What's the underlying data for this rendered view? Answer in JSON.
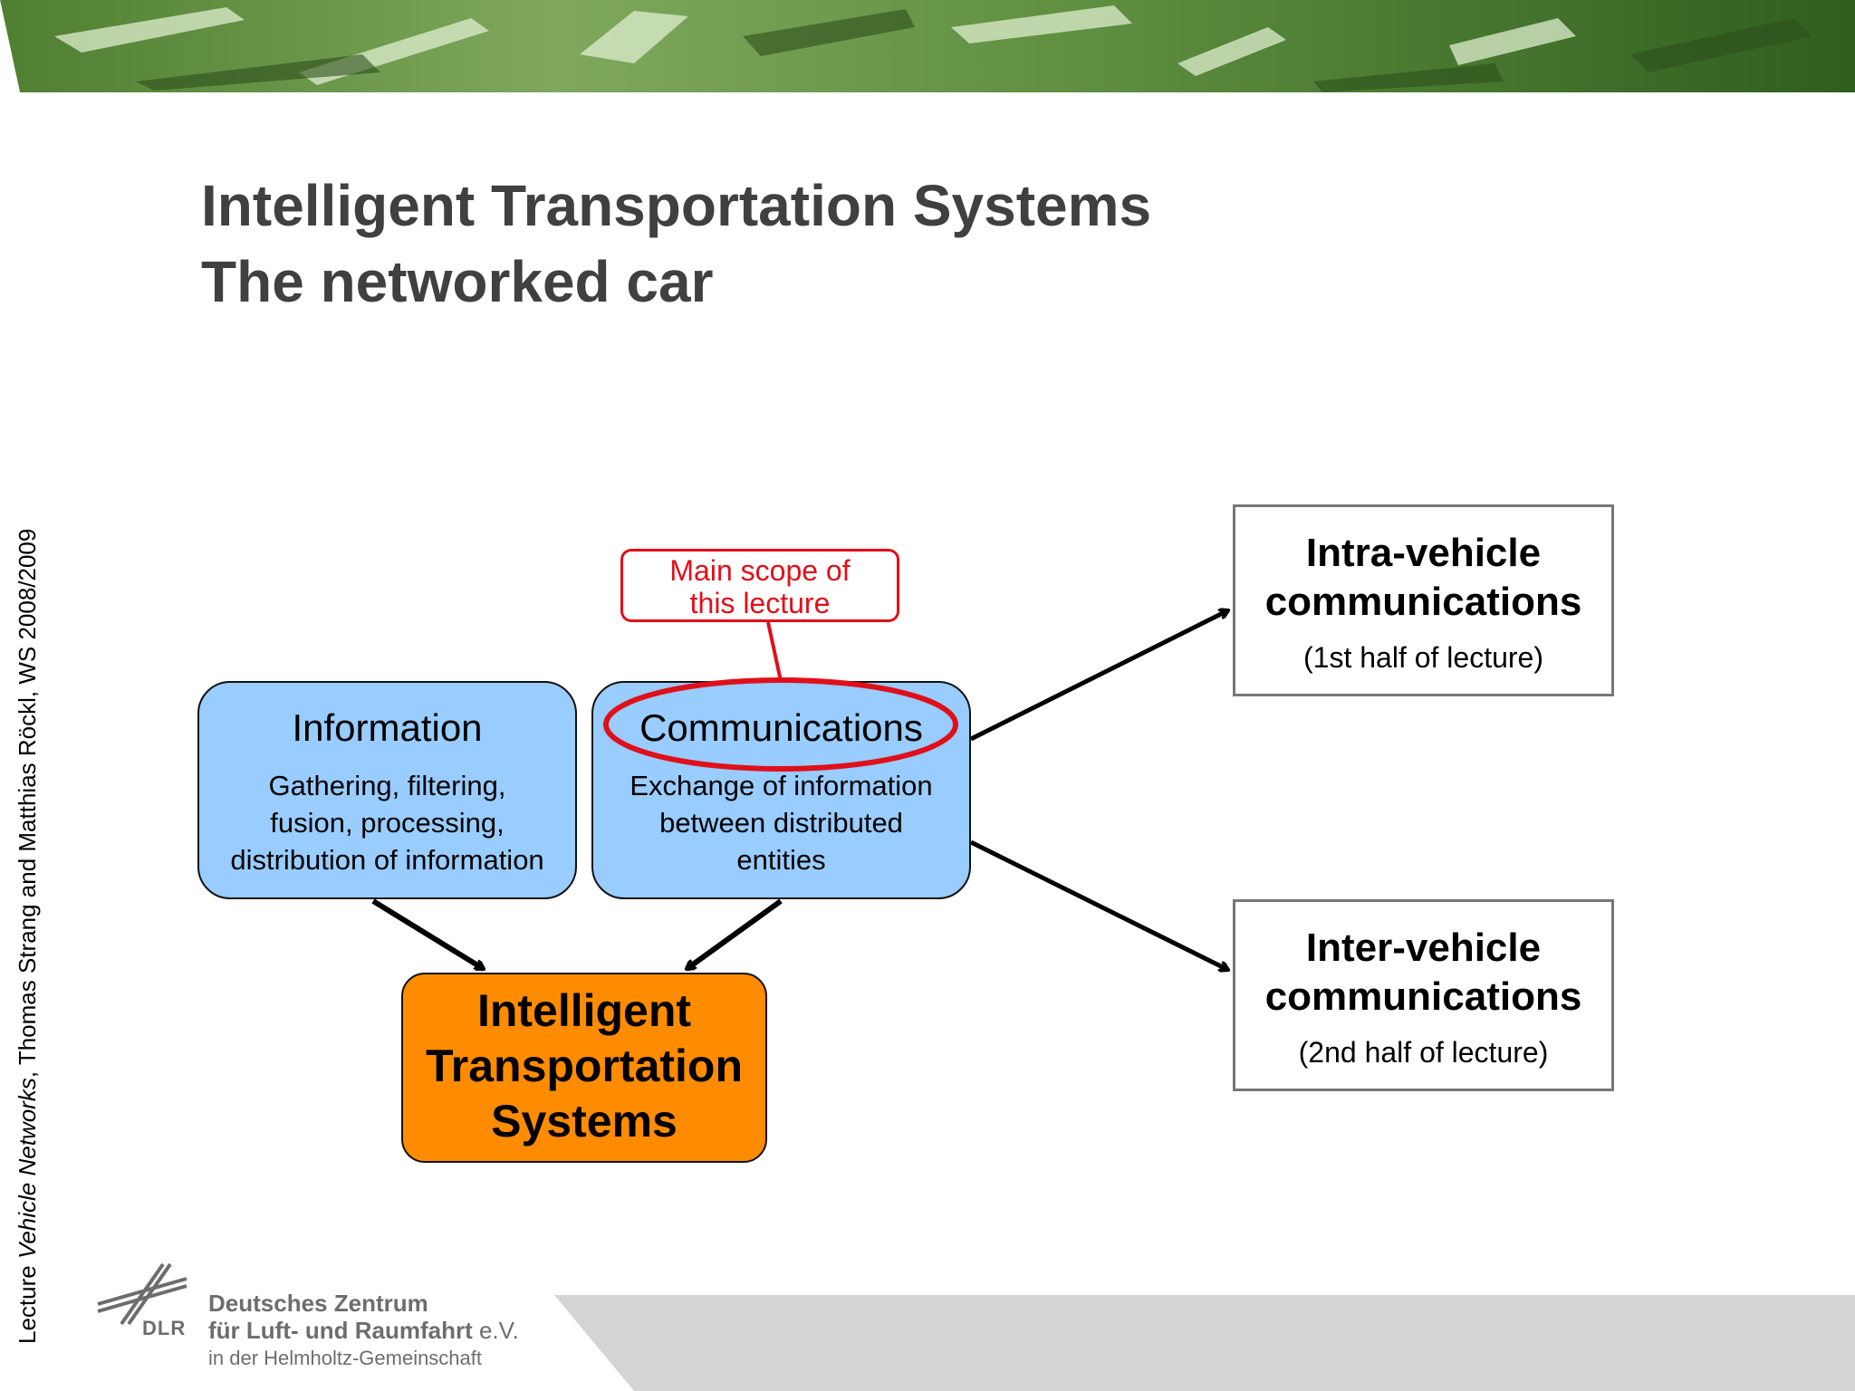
{
  "slide": {
    "title": "Intelligent Transportation Systems",
    "subtitle": "The networked car"
  },
  "sidebar": {
    "prefix": "Lecture ",
    "course": "Vehicle Networks",
    "suffix": ", Thomas Strang and Matthias Röckl, WS 2008/2009"
  },
  "diagram": {
    "information": {
      "heading": "Information",
      "lines": [
        "Gathering, filtering,",
        "fusion, processing,",
        "distribution of information"
      ]
    },
    "communications": {
      "heading": "Communications",
      "lines": [
        "Exchange of information",
        "between distributed",
        "entities"
      ]
    },
    "its": {
      "lines": [
        "Intelligent",
        "Transportation",
        "Systems"
      ]
    },
    "intra": {
      "lines": [
        "Intra-vehicle",
        "communications"
      ],
      "note": "(1st half of lecture)"
    },
    "inter": {
      "lines": [
        "Inter-vehicle",
        "communications"
      ],
      "note": "(2nd half of lecture)"
    },
    "callout": {
      "lines": [
        "Main scope of",
        "this lecture"
      ]
    }
  },
  "logo": {
    "abbr": "DLR",
    "line1": "Deutsches Zentrum",
    "line2": "für Luft- und Raumfahrt",
    "ev": " e.V.",
    "line3": "in der Helmholtz-Gemeinschaft"
  },
  "colors": {
    "banner": "#5a8a3a",
    "box_blue": "#99ccff",
    "box_orange": "#ff8c00",
    "highlight_red": "#e0101a",
    "title_gray": "#404040",
    "footer_gray": "#d4d4d4"
  }
}
